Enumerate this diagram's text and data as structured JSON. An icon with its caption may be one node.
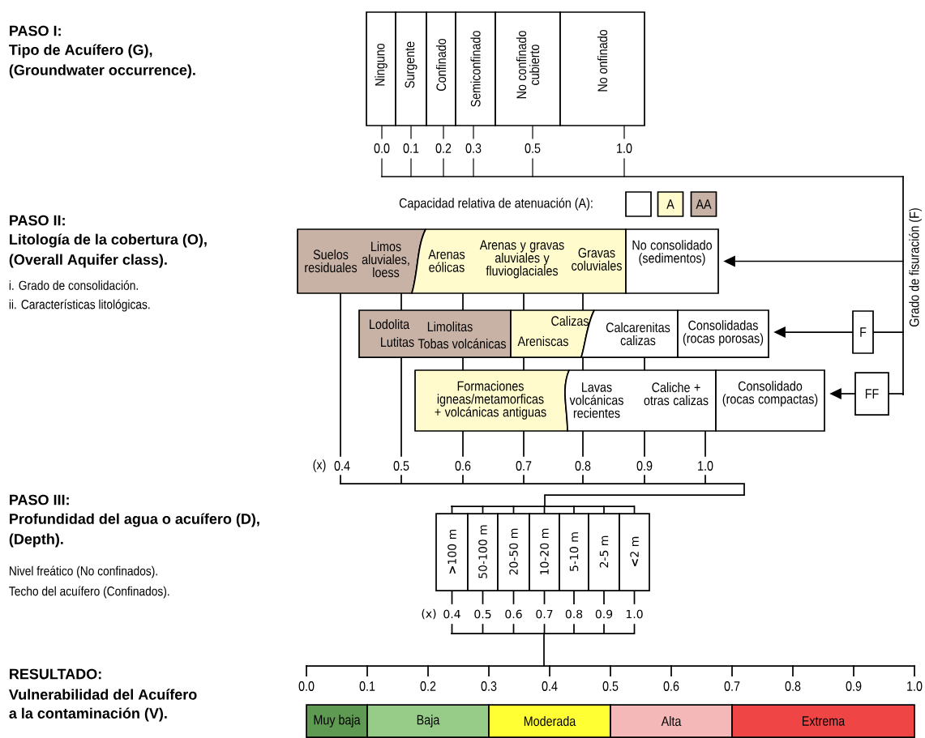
{
  "diagram": {
    "nodes": [
      {
        "text": [
          "Ninguno"
        ]
      },
      {
        "text": [
          "Surgente"
        ]
      },
      {
        "text": [
          "Confinado"
        ]
      },
      {
        "text": [
          "Semiconfinado"
        ]
      },
      {
        "text": [
          "No confinado cubierto"
        ]
      },
      {
        "text": [
          "No onfinado"
        ]
      },
      {
        "text": [
          "Suelos residuales",
          "Limos aluviales, loess"
        ]
      },
      {
        "text": [
          "Arenas eólicas",
          "Arenas y gravas aluviales y fluvioglaciales",
          "Gravas coluviales"
        ]
      },
      {
        "text": [
          "No consolidado (sedimentos)"
        ]
      },
      {
        "text": [
          "Lodolita",
          "Lutitas",
          "Limolitas",
          "Tobas volcánicas"
        ]
      },
      {
        "text": [
          "Calizas",
          "Areniscas"
        ]
      },
      {
        "text": [
          "Calcarenitas calizas"
        ]
      },
      {
        "text": [
          "Consolidadas (rocas porosas)"
        ]
      },
      {
        "text": [
          "Formaciones igneas/metamorficas + volcánicas antiguas"
        ]
      },
      {
        "text": [
          "Lavas volcánicas recientes",
          "Caliche + otras calizas"
        ]
      },
      {
        "text": [
          "Consolidado (rocas compactas)"
        ]
      },
      {
        "text": [
          "F"
        ]
      },
      {
        "text": [
          "FF"
        ]
      },
      {
        "text": [
          "**>**100 m"
        ]
      },
      {
        "text": [
          "50-100 m"
        ]
      },
      {
        "text": [
          "20-50 m"
        ]
      },
      {
        "text": [
          "10-20 m"
        ]
      },
      {
        "text": [
          "5-10 m"
        ]
      },
      {
        "text": [
          "2-5 m"
        ]
      },
      {
        "text": [
          "**<**2 m"
        ]
      },
      {
        "text": [
          "Muy baja"
        ]
      },
      {
        "text": [
          "Baja"
        ]
      },
      {
        "text": [
          "Moderada"
        ]
      },
      {
        "text": [
          "Alta"
        ]
      },
      {
        "text": [
          "Extrema"
        ]
      },
      {
        "text": [],
        "shape": "bar"
      }
    ],
    "edges": [
      {
        "from": 30,
        "to": 8,
        "arrow": "to"
      },
      {
        "from": 16,
        "to": 12,
        "arrow": "to"
      },
      {
        "from": 17,
        "to": 15,
        "arrow": "to"
      },
      {
        "from": 30,
        "to": 16,
        "arrow": "none"
      },
      {
        "from": 30,
        "to": 17,
        "arrow": "none"
      }
    ],
    "labels": [
      "PASO I:",
      "Tipo de Acuífero (G),",
      "(Groundwater occurrence).",
      "0.0",
      "0.1",
      "0.2",
      "0.3",
      "0.5",
      "1.0",
      "Capacidad relativa de atenuación (A):",
      "PASO II:",
      "Litología de la cobertura (O),",
      "(Overall Aquifer class).",
      "i. Grado de consolidación.",
      "ii. Características litológicas.",
      "Grado de fisuración (F)",
      "(x)",
      "0.4",
      "0.5",
      "0.6",
      "0.7",
      "0.8",
      "0.9",
      "1.0",
      "PASO III:",
      "Profundidad del agua o acuífero (D),",
      "(Depth).",
      "Nivel freático (No confinados).",
      "Techo del acuífero (Confinados).",
      "(x)",
      "0.4",
      "0.5",
      "0.6",
      "0.7",
      "0.8",
      "0.9",
      "1.0",
      "RESULTADO:",
      "Vulnerabilidad del Acuífero",
      "a la contaminación (V).",
      "0.0",
      "0.1",
      "0.2",
      "0.3",
      "0.4",
      "0.5",
      "0.6",
      "0.7",
      "0.8",
      "0.9",
      "1.0"
    ],
    "legend": [
      {
        "text": "A",
        "color": "#fffbcc"
      },
      {
        "text": "AA",
        "color": "#c8b2a6"
      }
    ]
  }
}
